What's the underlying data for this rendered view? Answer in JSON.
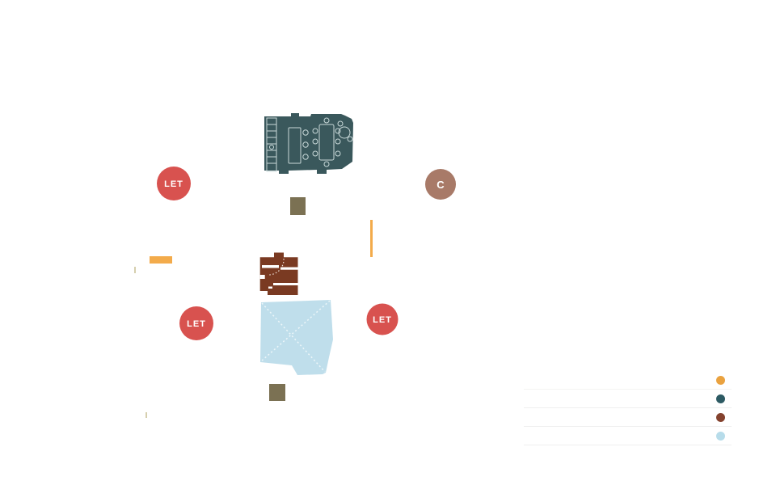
{
  "page": {
    "background": "#ffffff"
  },
  "markers": [
    {
      "label": "LET",
      "color": "#d8524f",
      "text_color": "#ffffff"
    },
    {
      "label": "LET",
      "color": "#d8524f",
      "text_color": "#ffffff"
    },
    {
      "label": "LET",
      "color": "#d8524f",
      "text_color": "#ffffff"
    },
    {
      "label": "C",
      "color": "#a87a68",
      "text_color": "#ffffff"
    }
  ],
  "site_plan": {
    "teal_building": {
      "fill": "#3a585c",
      "furniture_stroke": "#c9d9d9"
    },
    "brown_building": {
      "fill": "#7a3a22",
      "detail_stroke": "#f0e4dc"
    },
    "lightblue_parcel": {
      "fill": "#bfdeeb",
      "cross_stroke": "#edf6f9"
    },
    "olive_block_fill": "#7b7153",
    "orange_accent": "#f3ab4b",
    "tick_color": "#d6cfae"
  },
  "legend": {
    "divider_color": "#efefef",
    "rows": [
      {
        "dot_color": "#eaa23f"
      },
      {
        "dot_color": "#2d5a63"
      },
      {
        "dot_color": "#84422e"
      },
      {
        "dot_color": "#b7dcea"
      }
    ]
  }
}
